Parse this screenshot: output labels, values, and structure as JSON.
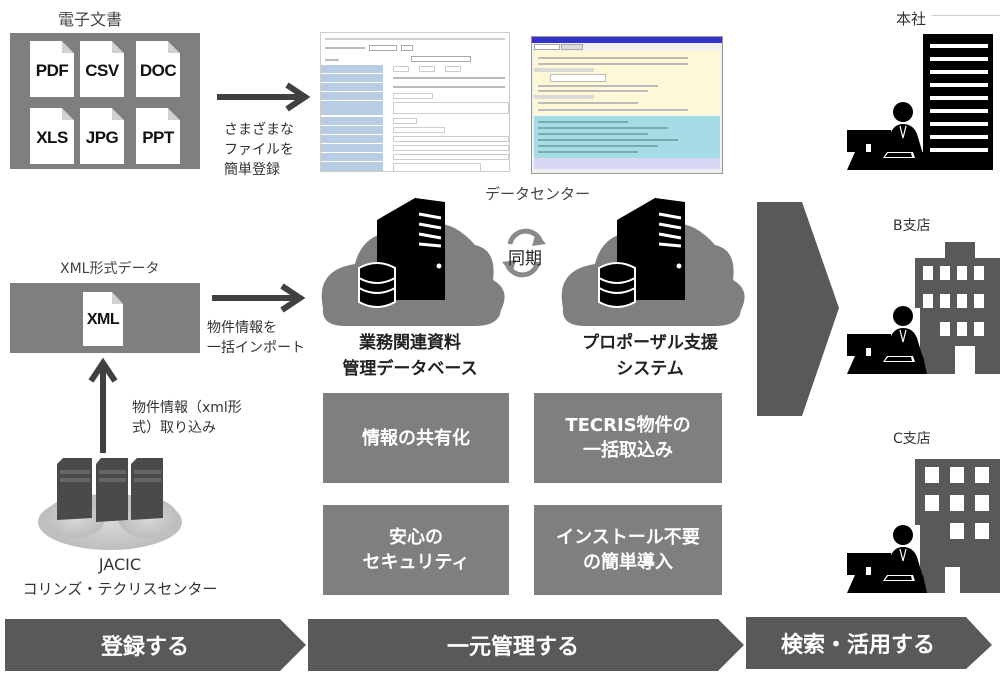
{
  "sections": {
    "electronic_docs": {
      "title": "電子文書",
      "file_types": [
        "PDF",
        "CSV",
        "DOC",
        "XLS",
        "JPG",
        "PPT"
      ],
      "arrow_caption": [
        "さまざまな",
        "ファイルを",
        "簡単登録"
      ]
    },
    "xml_data": {
      "title": "XML形式データ",
      "file_type": "XML",
      "arrow_caption": [
        "物件情報を",
        "一括インポート"
      ],
      "upload_caption": [
        "物件情報（xml形",
        "式）取り込み"
      ]
    },
    "source": {
      "name": "JACIC",
      "subtitle": "コリンズ・テクリスセンター"
    },
    "data_center": {
      "title": "データセンター",
      "sync_label": "同期",
      "systems": [
        {
          "name": [
            "業務関連資料",
            "管理データベース"
          ]
        },
        {
          "name": [
            "プロポーザル支援",
            "システム"
          ]
        }
      ]
    },
    "features": [
      {
        "text": [
          "情報の共有化"
        ]
      },
      {
        "text": [
          "TECRIS物件の",
          "一括取込み"
        ]
      },
      {
        "text": [
          "安心の",
          "セキュリティ"
        ]
      },
      {
        "text": [
          "インストール不要",
          "の簡単導入"
        ]
      }
    ],
    "offices": [
      {
        "name": "本社"
      },
      {
        "name": "B支店"
      },
      {
        "name": "C支店"
      }
    ]
  },
  "steps": [
    {
      "label": "登録する"
    },
    {
      "label": "一元管理する"
    },
    {
      "label": "検索・活用する"
    }
  ],
  "colors": {
    "panel_gray": "#7f7f7f",
    "step_gray": "#595959",
    "arrow_dark": "#404040",
    "form_label_blue": "#b8cce4",
    "form2_yellow": "#fff8d6",
    "form2_cyan": "#a6dce6",
    "form2_lavender": "#d6d6f5",
    "form2_header": "#3333cc"
  }
}
